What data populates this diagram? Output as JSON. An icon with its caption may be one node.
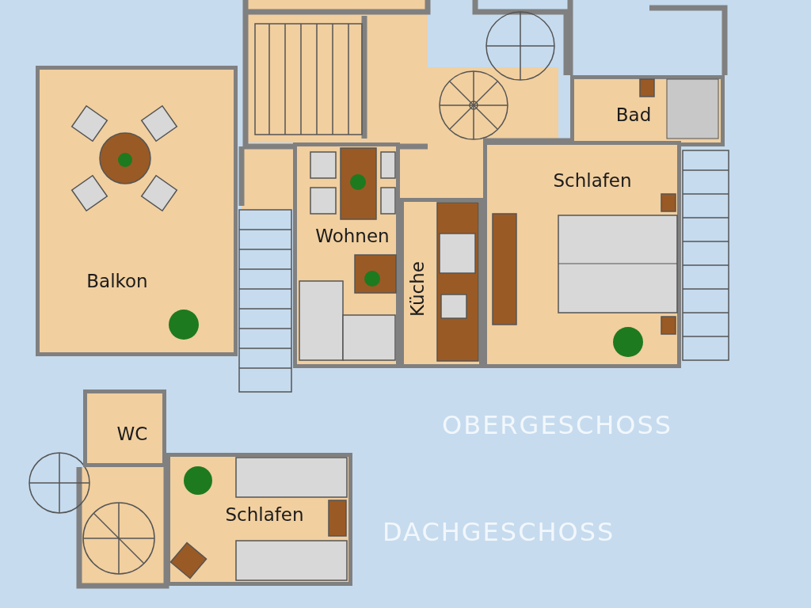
{
  "diagram": {
    "nodes": [
      {
        "text": [
          "Bad"
        ]
      },
      {
        "text": [
          "Schlafen"
        ]
      },
      {
        "text": [
          "Wohnen"
        ]
      },
      {
        "text": [
          "Balkon"
        ]
      },
      {
        "text": [
          "Küche"
        ]
      },
      {
        "text": [
          "WC"
        ]
      },
      {
        "text": [
          "Schlafen"
        ]
      }
    ],
    "edges": [],
    "labels": [
      "OBERGESCHOSS",
      "DACHGESCHOSS"
    ]
  }
}
